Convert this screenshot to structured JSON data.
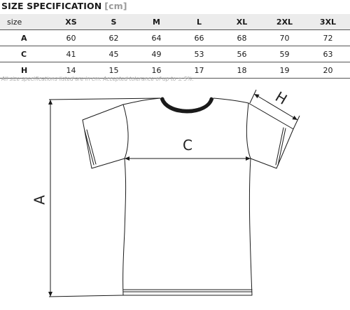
{
  "header": {
    "title": "SIZE SPECIFICATION",
    "unit": "[cm]"
  },
  "table": {
    "corner": "size",
    "columns": [
      "XS",
      "S",
      "M",
      "L",
      "XL",
      "2XL",
      "3XL"
    ],
    "rows": [
      {
        "label": "A",
        "values": [
          "60",
          "62",
          "64",
          "66",
          "68",
          "70",
          "72"
        ]
      },
      {
        "label": "C",
        "values": [
          "41",
          "45",
          "49",
          "53",
          "56",
          "59",
          "63"
        ]
      },
      {
        "label": "H",
        "values": [
          "14",
          "15",
          "16",
          "17",
          "18",
          "19",
          "20"
        ]
      }
    ]
  },
  "note": "All size specifications listed are in cm. Accepted tolerance of up to ± 5%.",
  "diagram": {
    "labels": {
      "length": "A",
      "chest": "C",
      "sleeve": "H"
    },
    "line_color": "#1a1a1a"
  }
}
